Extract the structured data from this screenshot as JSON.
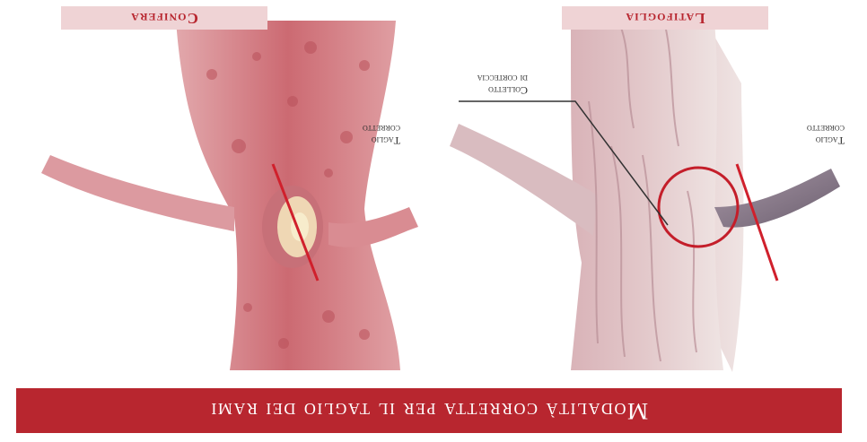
{
  "title": "Modalità corretta per il taglio dei rami",
  "panels": {
    "broadleaf": {
      "label": "Latifoglia",
      "cut_note_line1": "Taglio",
      "cut_note_line2": "corretto",
      "collar_line1": "Colletto",
      "collar_line2": "di corteccia"
    },
    "conifer": {
      "label": "Conifera",
      "cut_note_line1": "Taglio",
      "cut_note_line2": "corretto"
    }
  },
  "colors": {
    "banner": "#b8262f",
    "label_bg": "#efd3d5",
    "cut_line": "#d0202c"
  }
}
